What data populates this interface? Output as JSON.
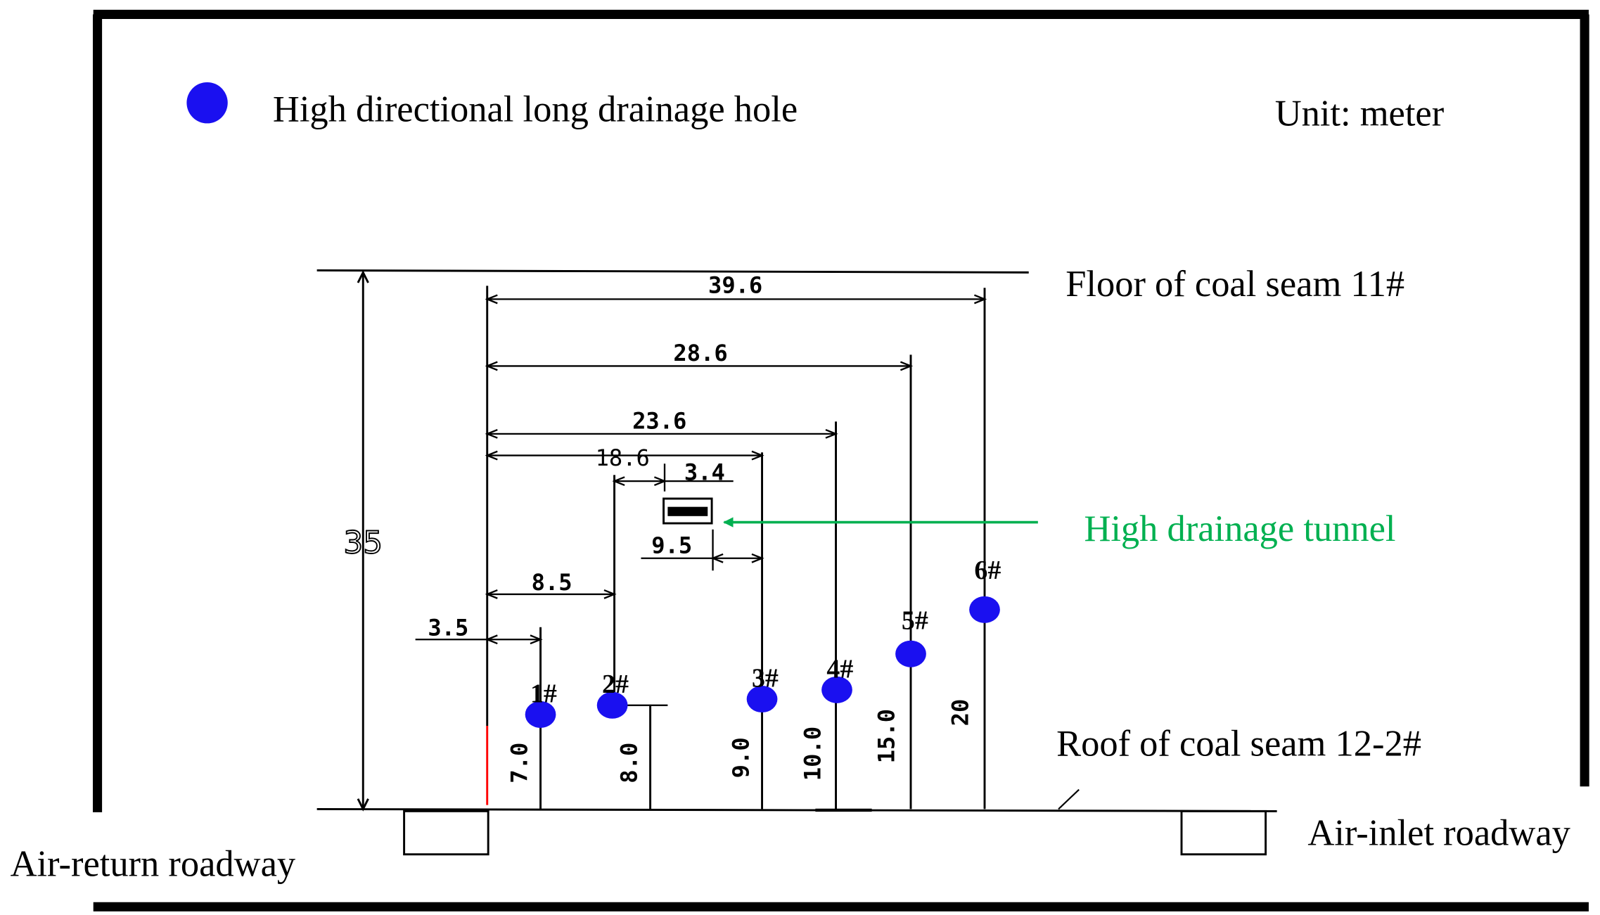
{
  "legend": {
    "marker_label": "High directional long drainage hole",
    "marker_color": "#1a10f0"
  },
  "unit_text": "Unit: meter",
  "labels": {
    "floor": "Floor of coal seam 11#",
    "roof": "Roof of coal seam 12-2#",
    "tunnel": "High drainage tunnel",
    "tunnel_color": "#00b050",
    "air_return": "Air-return roadway",
    "air_inlet": "Air-inlet roadway"
  },
  "dimensions": {
    "total_height": "35",
    "d_39_6": "39.6",
    "d_28_6": "28.6",
    "d_23_6": "23.6",
    "d_18_6": "18.6",
    "d_3_4": "3.4",
    "d_9_5": "9.5",
    "d_8_5": "8.5",
    "d_3_5": "3.5"
  },
  "holes": [
    {
      "label": "1#",
      "height": "7.0"
    },
    {
      "label": "2#",
      "height": "8.0"
    },
    {
      "label": "3#",
      "height": "9.0"
    },
    {
      "label": "4#",
      "height": "10.0"
    },
    {
      "label": "5#",
      "height": "15.0"
    },
    {
      "label": "6#",
      "height": "20"
    }
  ]
}
